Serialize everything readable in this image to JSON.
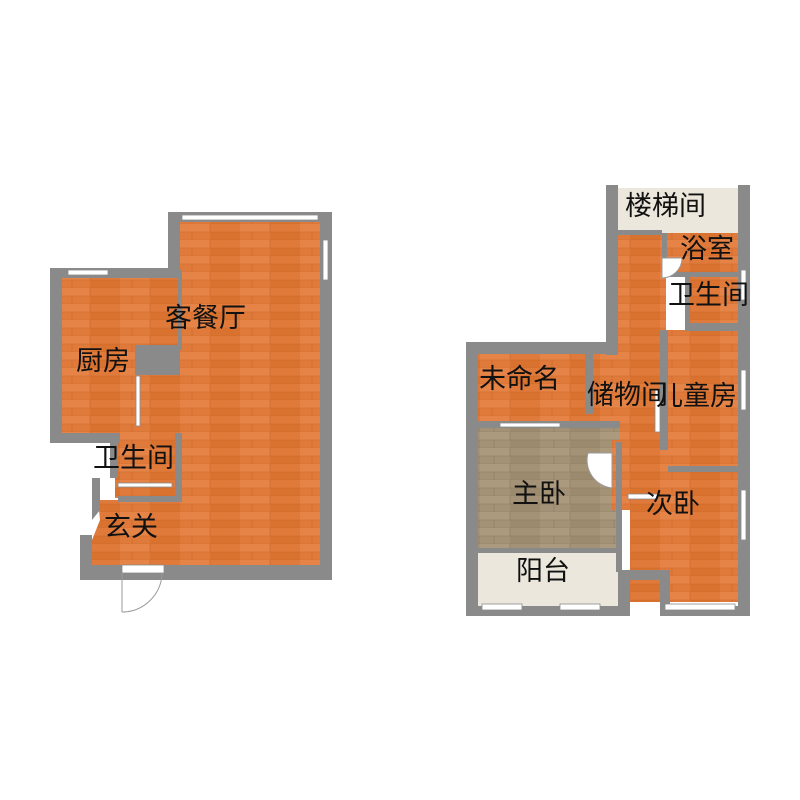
{
  "rooms": {
    "living_dining": "客餐厅",
    "kitchen": "厨房",
    "bathroom_left": "卫生间",
    "entrance": "玄关",
    "stairwell": "楼梯间",
    "bath_room": "浴室",
    "bathroom_right": "卫生间",
    "unnamed": "未命名",
    "storage": "储物间",
    "kids_room": "儿童房",
    "master_bedroom": "主卧",
    "second_bedroom": "次卧",
    "balcony": "阳台"
  },
  "colors": {
    "wall": "#8a8a8a",
    "wood_orange": "#e07a3a",
    "wood_master": "#a49276",
    "tile_light": "#ece7dc"
  }
}
